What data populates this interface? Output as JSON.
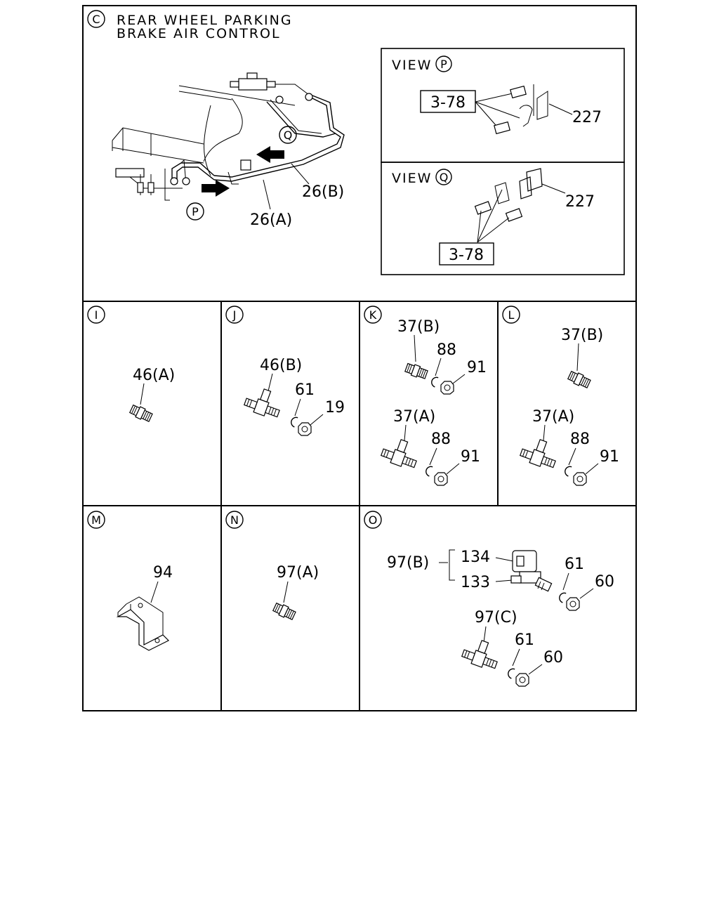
{
  "panel_c": {
    "marker": "C",
    "title_line1": "REAR WHEEL PARKING",
    "title_line2": "BRAKE AIR CONTROL",
    "labels": {
      "pipe_a": "26(A)",
      "pipe_b": "26(B)",
      "arrow_p": "P",
      "arrow_q": "Q"
    },
    "view_p": {
      "caption": "VIEW",
      "marker": "P",
      "ref": "3-78",
      "part": "227"
    },
    "view_q": {
      "caption": "VIEW",
      "marker": "Q",
      "ref": "3-78",
      "part": "227"
    }
  },
  "panel_i": {
    "marker": "I",
    "parts": [
      "46(A)"
    ]
  },
  "panel_j": {
    "marker": "J",
    "parts": [
      "46(B)",
      "61",
      "19"
    ]
  },
  "panel_k": {
    "marker": "K",
    "parts": [
      "37(B)",
      "88",
      "91",
      "37(A)",
      "88",
      "91"
    ]
  },
  "panel_l": {
    "marker": "L",
    "parts": [
      "37(B)",
      "37(A)",
      "88",
      "91"
    ]
  },
  "panel_m": {
    "marker": "M",
    "parts": [
      "94"
    ]
  },
  "panel_n": {
    "marker": "N",
    "parts": [
      "97(A)"
    ]
  },
  "panel_o": {
    "marker": "O",
    "parts": [
      "97(B)",
      "134",
      "133",
      "61",
      "60",
      "97(C)",
      "61",
      "60"
    ]
  }
}
